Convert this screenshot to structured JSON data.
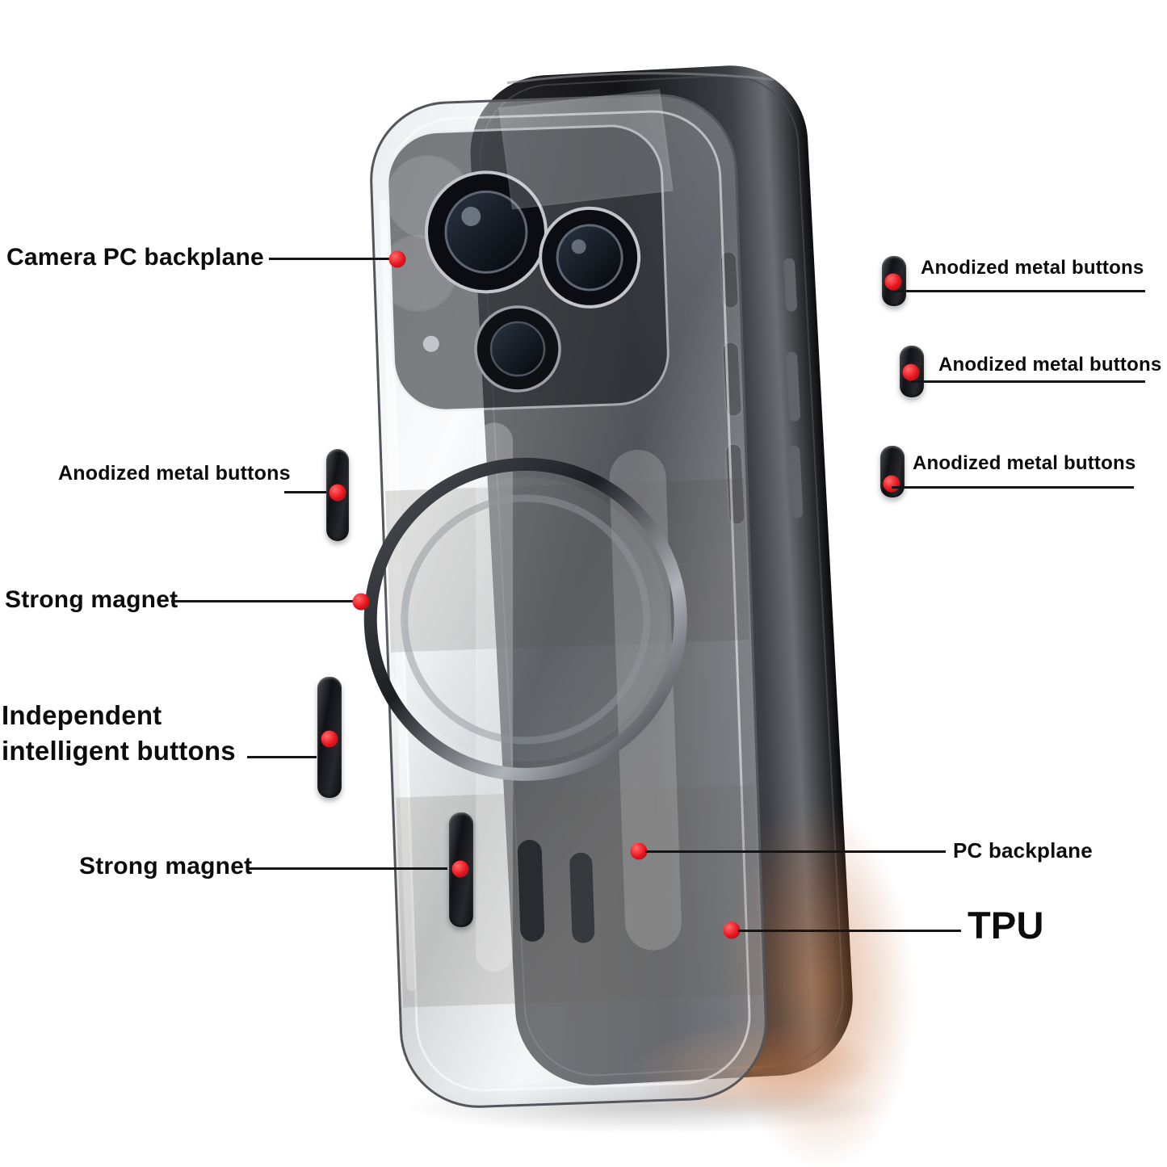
{
  "image_type": "product-annotation-diagram",
  "product": "transparent magnetic phone case with black TPU frame",
  "colors": {
    "dot_red": "#e8131d",
    "line_black": "#151515",
    "text_black": "#0c0c0c",
    "pill_dark": "#1a1b1f",
    "background": "#ffffff"
  },
  "annotations": {
    "camera_pc_backplane": {
      "label": "Camera PC backplane"
    },
    "anodized_left": {
      "label": "Anodized metal buttons"
    },
    "strong_magnet_top": {
      "label": "Strong magnet"
    },
    "independent_buttons": {
      "line1": "Independent",
      "line2": "intelligent buttons"
    },
    "strong_magnet_bottom": {
      "label": "Strong magnet"
    },
    "anodized_right_1": {
      "label": "Anodized metal buttons"
    },
    "anodized_right_2": {
      "label": "Anodized metal buttons"
    },
    "anodized_right_3": {
      "label": "Anodized metal buttons"
    },
    "pc_backplane": {
      "label": "PC backplane"
    },
    "tpu": {
      "label": "TPU"
    }
  }
}
